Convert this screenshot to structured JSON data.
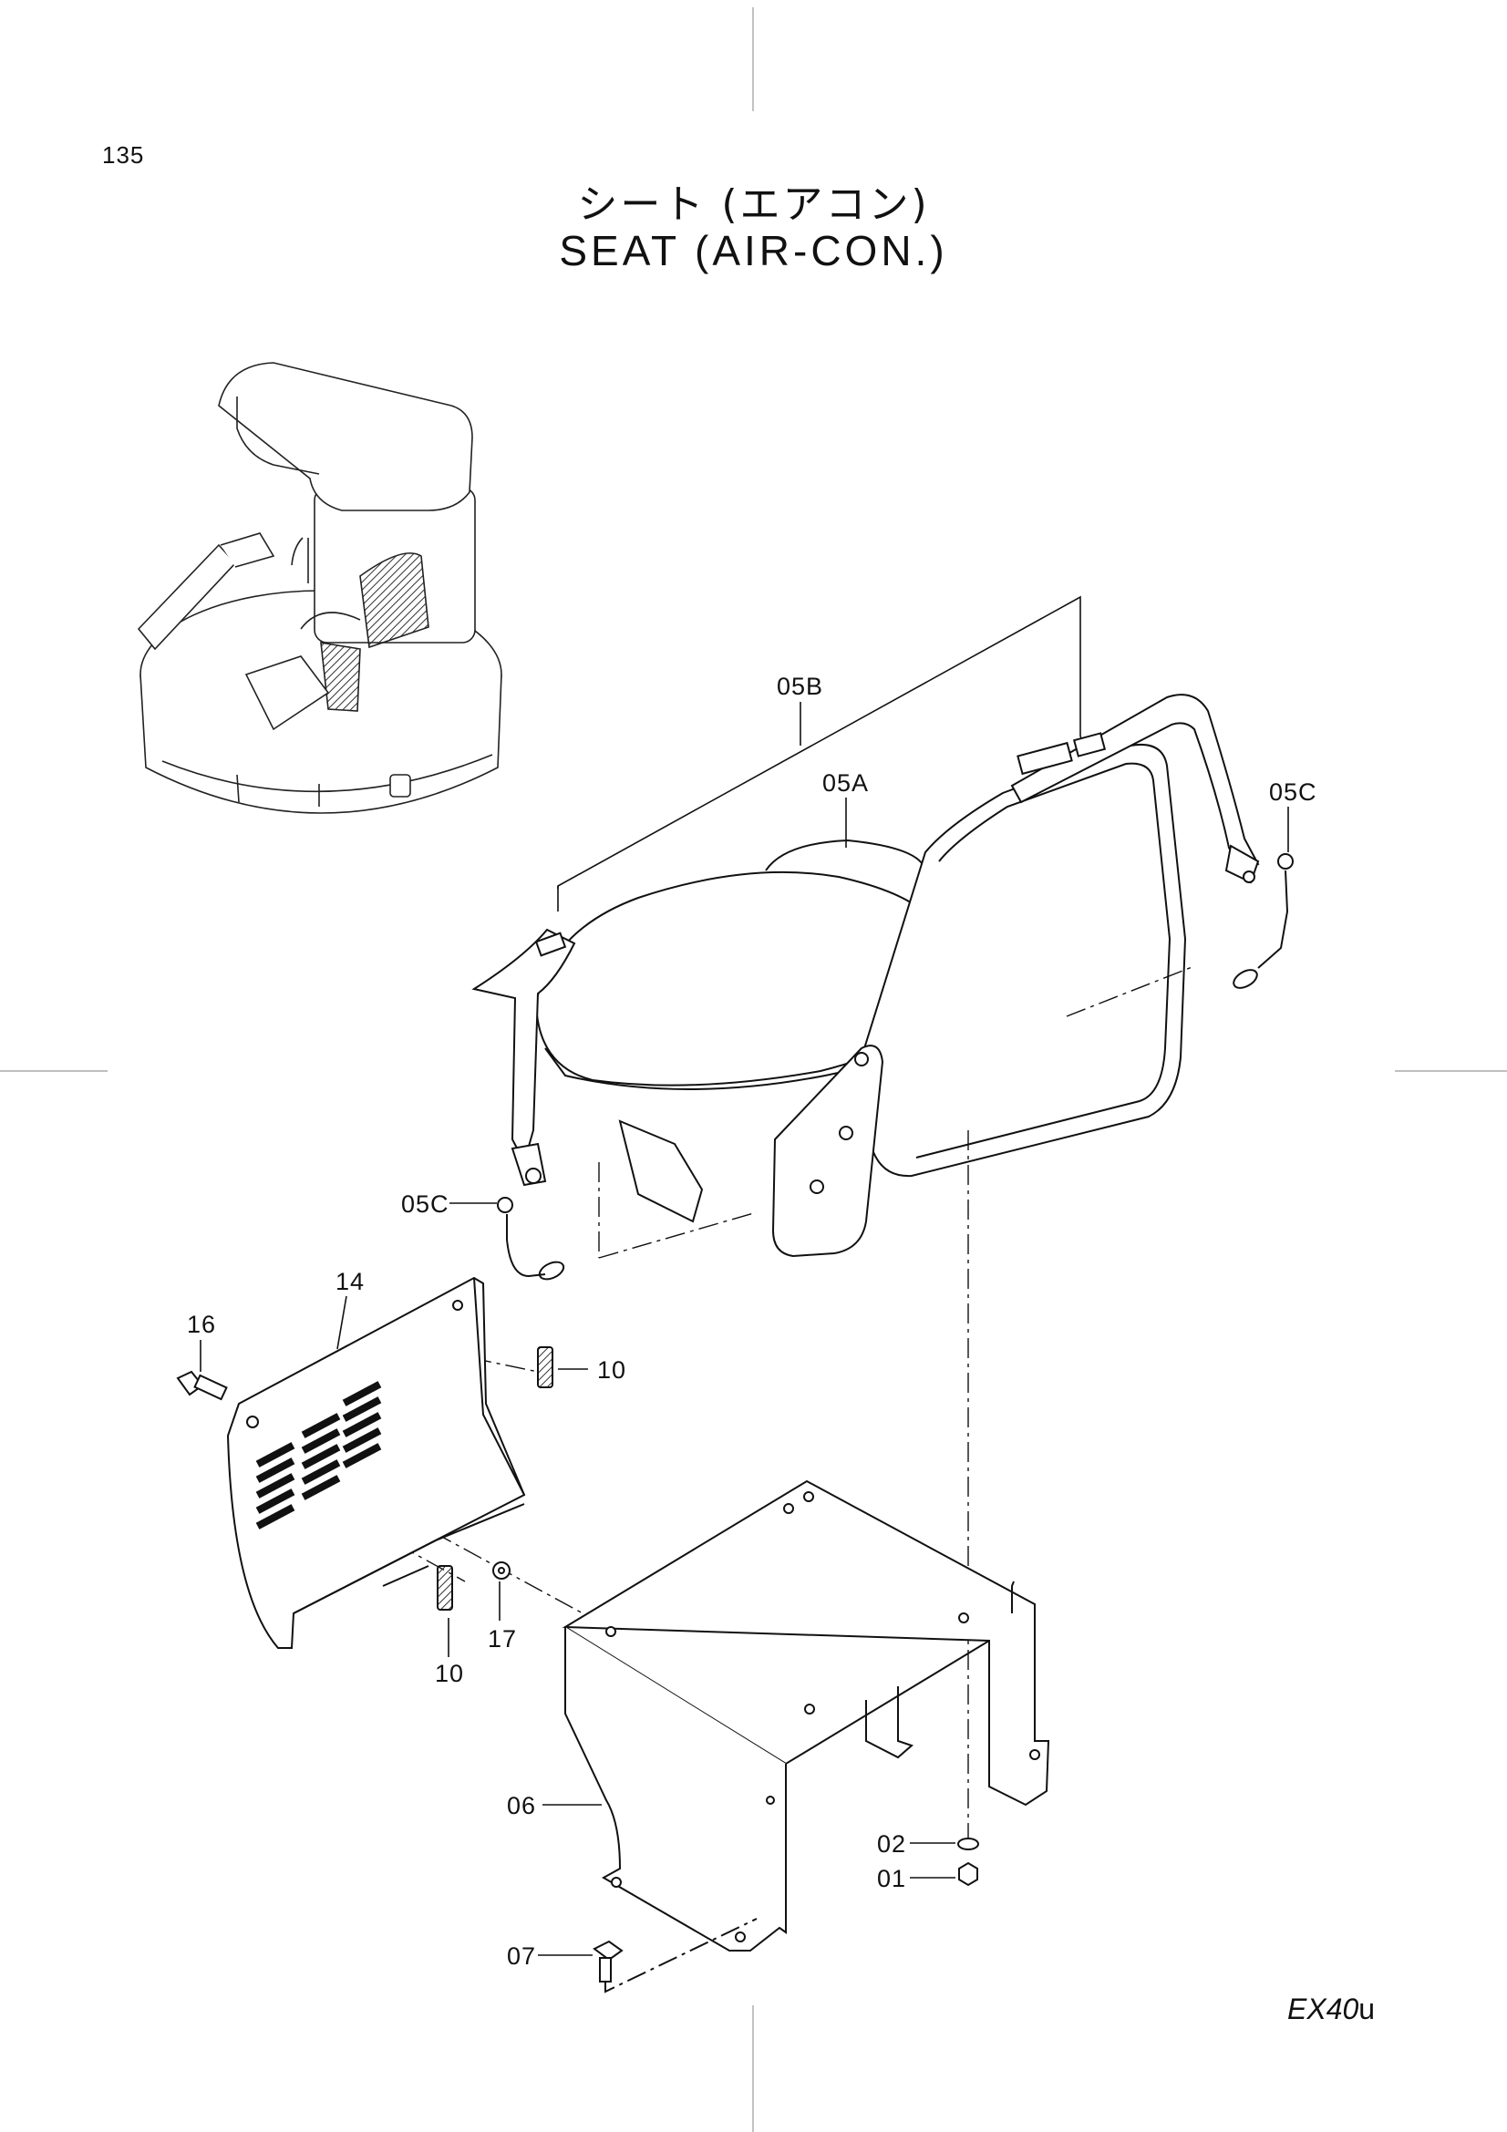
{
  "page": {
    "number": "135",
    "title_jp": "シート (エアコン)",
    "title_en": "SEAT  (AIR-CON.)",
    "model_main": "EX40",
    "model_suffix": "u"
  },
  "callouts": {
    "c05B": "05B",
    "c05A": "05A",
    "c05C_right": "05C",
    "c05C_left": "05C",
    "c14": "14",
    "c16": "16",
    "c10_top": "10",
    "c10_bottom": "10",
    "c17": "17",
    "c06": "06",
    "c02": "02",
    "c01": "01",
    "c07": "07"
  },
  "colors": {
    "ink": "#111111",
    "hatch": "#333333",
    "paper": "#ffffff"
  }
}
